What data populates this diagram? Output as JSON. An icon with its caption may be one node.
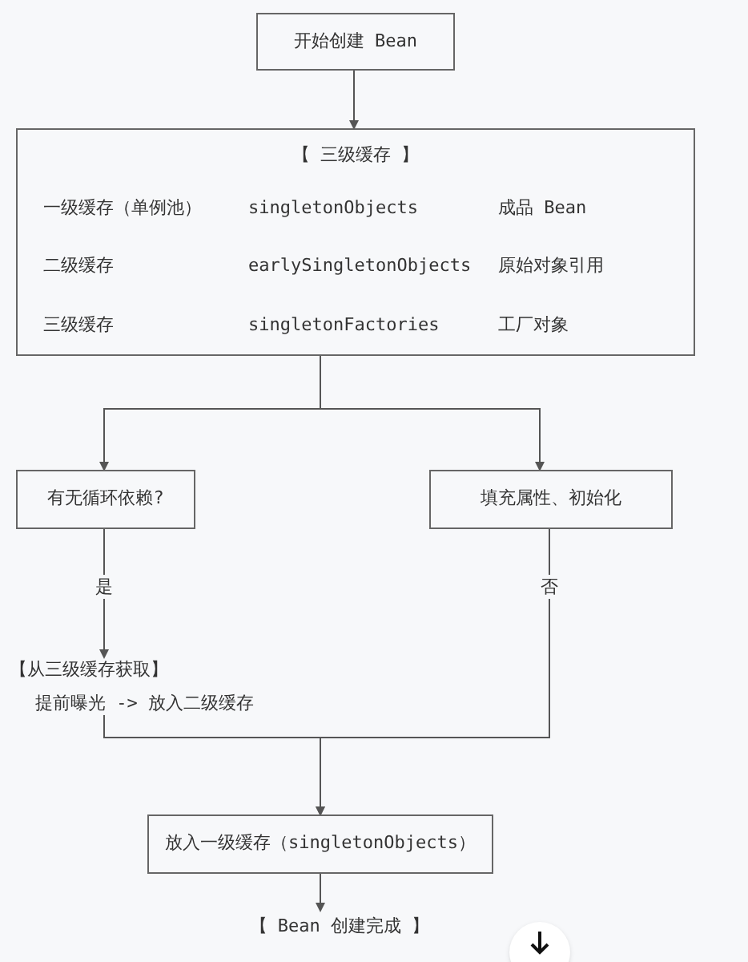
{
  "diagram": {
    "nodes": [
      {
        "text": [
          "开始创建 Bean"
        ]
      },
      {
        "text": [
          "【 三级缓存 】",
          "一级缓存（单例池）",
          "singletonObjects",
          "成品 Bean",
          "二级缓存",
          "earlySingletonObjects",
          "原始对象引用",
          "三级缓存",
          "singletonFactories",
          "工厂对象"
        ]
      },
      {
        "text": [
          "有无循环依赖?"
        ]
      },
      {
        "text": [
          "填充属性、初始化"
        ]
      },
      {
        "text": [
          "【从三级缓存获取】",
          "提前曝光 -> 放入二级缓存"
        ]
      },
      {
        "text": [
          "放入一级缓存（singletonObjects）"
        ]
      },
      {
        "text": [
          "【 Bean 创建完成 】"
        ]
      }
    ],
    "edges": [
      {
        "from": 0,
        "to": 1,
        "arrow": "to"
      },
      {
        "from": 1,
        "to": 2,
        "arrow": "to"
      },
      {
        "from": 1,
        "to": 3,
        "arrow": "to"
      },
      {
        "from": 2,
        "to": 4,
        "label": "是",
        "arrow": "to"
      },
      {
        "from": 3,
        "to": 5,
        "label": "否",
        "arrow": "to"
      },
      {
        "from": 4,
        "to": 5,
        "arrow": "to"
      },
      {
        "from": 5,
        "to": 6,
        "arrow": "to"
      }
    ]
  }
}
